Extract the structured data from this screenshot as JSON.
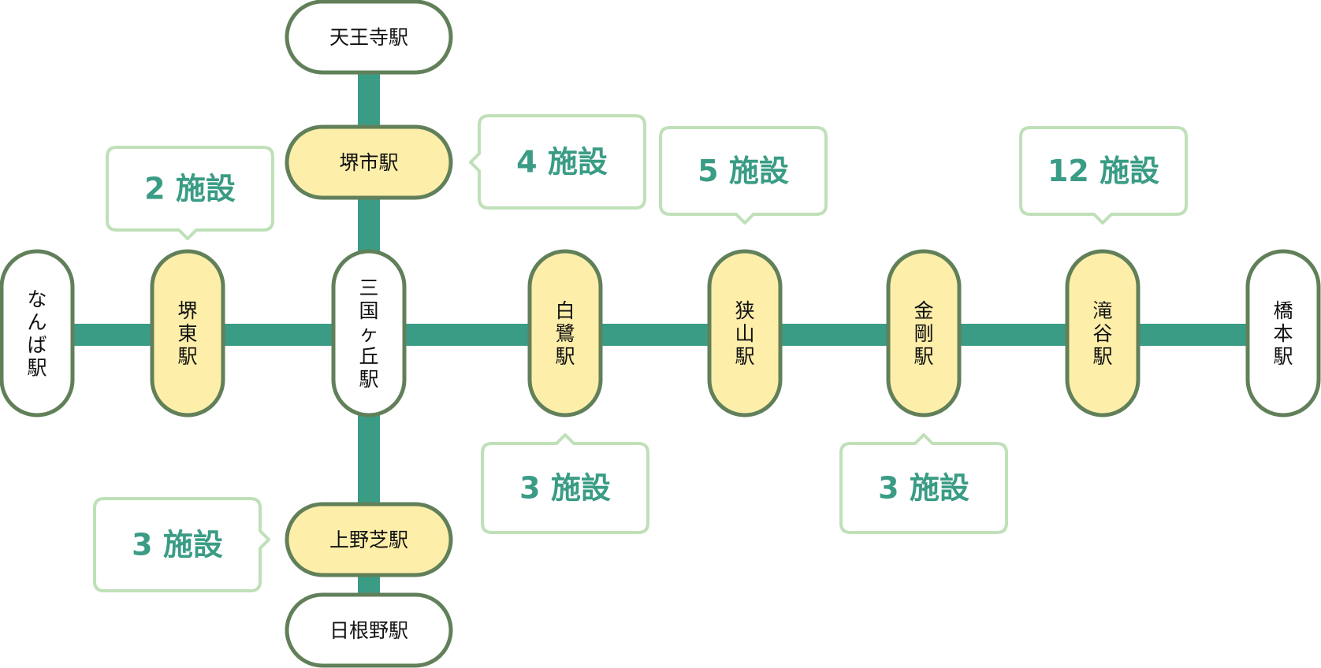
{
  "colors": {
    "line": "#3a9c85",
    "station_border": "#61805a",
    "station_fill_default": "#ffffff",
    "station_fill_highlight": "#fdeeaa",
    "callout_border": "#bfe0b8",
    "callout_text": "#3a9c85"
  },
  "stations": [
    {
      "id": "tennoji",
      "label": "天王寺駅",
      "highlight": false
    },
    {
      "id": "sakaishi",
      "label": "堺市駅",
      "highlight": true
    },
    {
      "id": "namba",
      "label": "なんば駅",
      "highlight": false
    },
    {
      "id": "sakaihigashi",
      "label": "堺東駅",
      "highlight": true
    },
    {
      "id": "mikunigaoka",
      "label": "三国ヶ丘駅",
      "highlight": false
    },
    {
      "id": "shirasagi",
      "label": "白鷺駅",
      "highlight": true
    },
    {
      "id": "sayama",
      "label": "狭山駅",
      "highlight": true
    },
    {
      "id": "kongo",
      "label": "金剛駅",
      "highlight": true
    },
    {
      "id": "takidani",
      "label": "滝谷駅",
      "highlight": true
    },
    {
      "id": "hashimoto",
      "label": "橋本駅",
      "highlight": false
    },
    {
      "id": "kaminoshiba",
      "label": "上野芝駅",
      "highlight": true
    },
    {
      "id": "hineno",
      "label": "日根野駅",
      "highlight": false
    }
  ],
  "callouts": [
    {
      "station": "sakaihigashi",
      "label": "2 施設"
    },
    {
      "station": "sakaishi",
      "label": "4 施設"
    },
    {
      "station": "sayama",
      "label": "5 施設"
    },
    {
      "station": "takidani",
      "label": "12 施設"
    },
    {
      "station": "shirasagi",
      "label": "3 施設"
    },
    {
      "station": "kongo",
      "label": "3 施設"
    },
    {
      "station": "kaminoshiba",
      "label": "3 施設"
    }
  ]
}
